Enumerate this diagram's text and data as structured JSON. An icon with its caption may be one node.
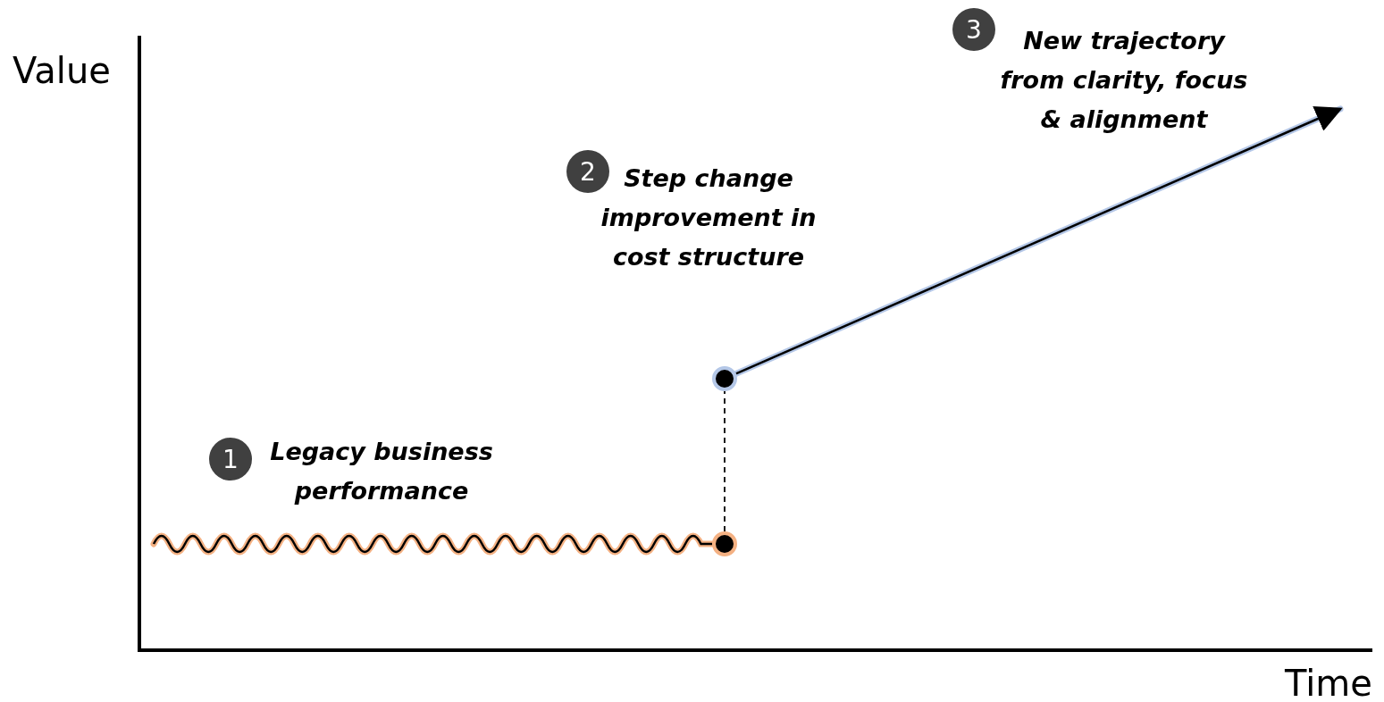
{
  "diagram": {
    "nodes": [
      {
        "text": [
          "1"
        ],
        "beside": [
          "Legacy business performance"
        ]
      },
      {
        "text": [
          "2"
        ],
        "beside": [
          "Step change improvement in cost structure"
        ]
      },
      {
        "text": [
          "3"
        ],
        "beside": [
          "New trajectory from clarity, focus & alignment"
        ]
      },
      {
        "text": [],
        "shape": "circle"
      },
      {
        "text": [],
        "shape": "circle"
      }
    ],
    "edges": [
      {
        "from": null,
        "to": 4,
        "arrow": "none",
        "color": "#f4b183"
      },
      {
        "from": 4,
        "to": 3,
        "arrow": "none",
        "style": "dashed",
        "color": "#000000"
      },
      {
        "from": 3,
        "to": null,
        "arrow": "to",
        "color": "#b4c7e7"
      }
    ],
    "labels": [
      "Value",
      "Time"
    ]
  }
}
